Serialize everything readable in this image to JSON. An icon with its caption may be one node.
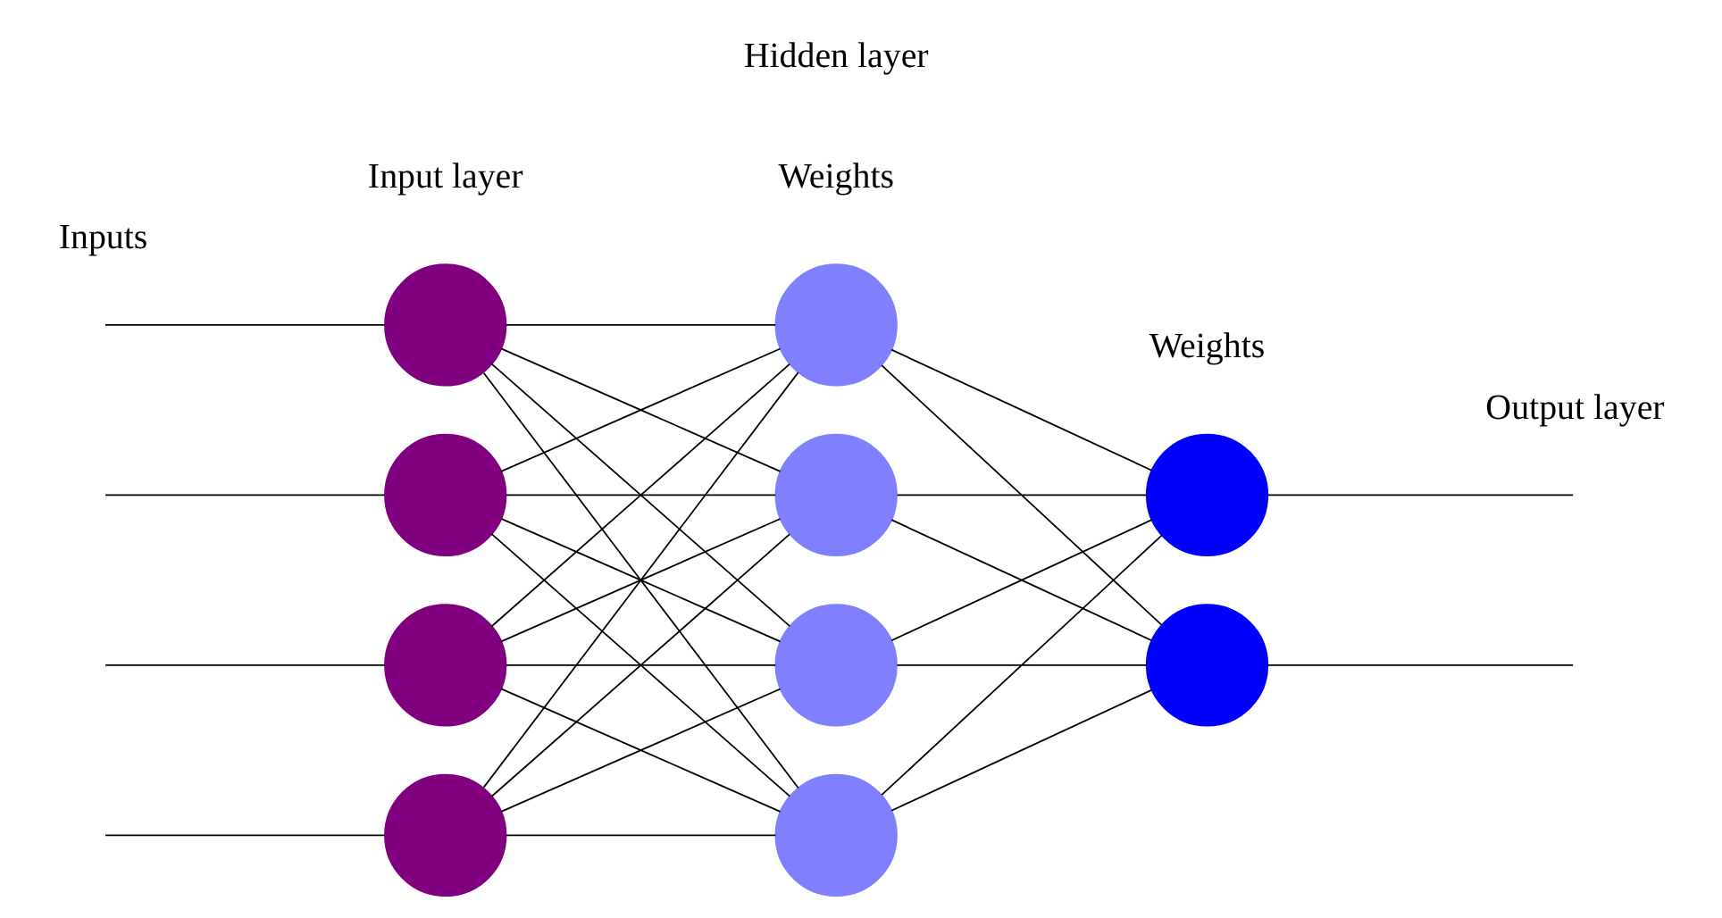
{
  "diagram": {
    "nodes": [
      {
        "text": [],
        "shape": "circle"
      },
      {
        "text": [],
        "shape": "circle"
      },
      {
        "text": [],
        "shape": "circle"
      },
      {
        "text": [],
        "shape": "circle"
      },
      {
        "text": [],
        "shape": "circle"
      },
      {
        "text": [],
        "shape": "circle"
      },
      {
        "text": [],
        "shape": "circle"
      },
      {
        "text": [],
        "shape": "circle"
      },
      {
        "text": [],
        "shape": "circle"
      },
      {
        "text": [],
        "shape": "circle"
      }
    ],
    "edges": [
      {
        "from": null,
        "to": 0,
        "arrow": "none"
      },
      {
        "from": null,
        "to": 1,
        "arrow": "none"
      },
      {
        "from": null,
        "to": 2,
        "arrow": "none"
      },
      {
        "from": null,
        "to": 3,
        "arrow": "none"
      },
      {
        "from": 0,
        "to": 4,
        "arrow": "none"
      },
      {
        "from": 0,
        "to": 5,
        "arrow": "none"
      },
      {
        "from": 0,
        "to": 6,
        "arrow": "none"
      },
      {
        "from": 0,
        "to": 7,
        "arrow": "none"
      },
      {
        "from": 1,
        "to": 4,
        "arrow": "none"
      },
      {
        "from": 1,
        "to": 5,
        "arrow": "none"
      },
      {
        "from": 1,
        "to": 6,
        "arrow": "none"
      },
      {
        "from": 1,
        "to": 7,
        "arrow": "none"
      },
      {
        "from": 2,
        "to": 4,
        "arrow": "none"
      },
      {
        "from": 2,
        "to": 5,
        "arrow": "none"
      },
      {
        "from": 2,
        "to": 6,
        "arrow": "none"
      },
      {
        "from": 2,
        "to": 7,
        "arrow": "none"
      },
      {
        "from": 3,
        "to": 4,
        "arrow": "none"
      },
      {
        "from": 3,
        "to": 5,
        "arrow": "none"
      },
      {
        "from": 3,
        "to": 6,
        "arrow": "none"
      },
      {
        "from": 3,
        "to": 7,
        "arrow": "none"
      },
      {
        "from": 4,
        "to": 8,
        "arrow": "none"
      },
      {
        "from": 4,
        "to": 9,
        "arrow": "none"
      },
      {
        "from": 5,
        "to": 8,
        "arrow": "none"
      },
      {
        "from": 5,
        "to": 9,
        "arrow": "none"
      },
      {
        "from": 6,
        "to": 8,
        "arrow": "none"
      },
      {
        "from": 6,
        "to": 9,
        "arrow": "none"
      },
      {
        "from": 7,
        "to": 8,
        "arrow": "none"
      },
      {
        "from": 7,
        "to": 9,
        "arrow": "none"
      },
      {
        "from": 8,
        "to": null,
        "arrow": "none"
      },
      {
        "from": 9,
        "to": null,
        "arrow": "none"
      }
    ],
    "labels": [
      "Input layer",
      "Weights",
      "Hidden layer",
      "Weights",
      "Inputs",
      "Output layer"
    ]
  }
}
